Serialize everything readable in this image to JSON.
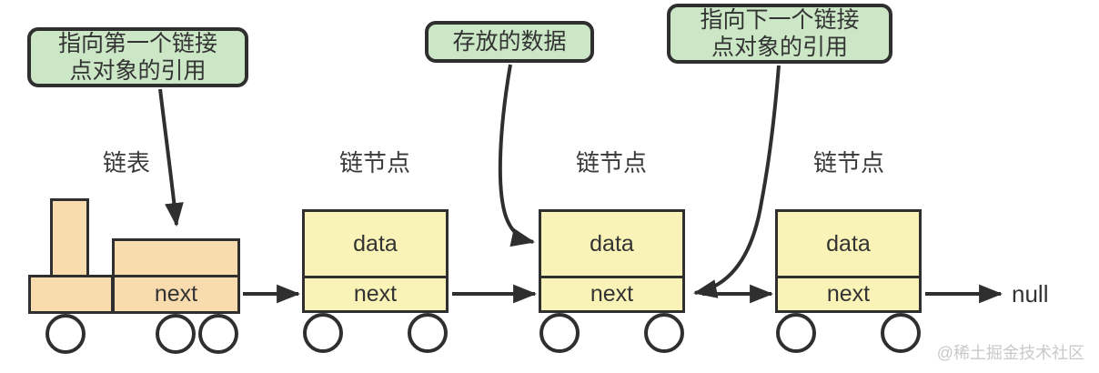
{
  "diagram": {
    "callouts": [
      {
        "id": "head-reference",
        "text": "指向第一个链接\n点对象的引用"
      },
      {
        "id": "stored-data",
        "text": "存放的数据"
      },
      {
        "id": "next-reference",
        "text": "指向下一个链接\n点对象的引用"
      }
    ],
    "section_labels": [
      {
        "id": "linked-list",
        "text": "链表"
      },
      {
        "id": "node-1",
        "text": "链节点"
      },
      {
        "id": "node-2",
        "text": "链节点"
      },
      {
        "id": "node-3",
        "text": "链节点"
      }
    ],
    "engine": {
      "next_label": "next"
    },
    "nodes": [
      {
        "data_label": "data",
        "next_label": "next"
      },
      {
        "data_label": "data",
        "next_label": "next"
      },
      {
        "data_label": "data",
        "next_label": "next"
      }
    ],
    "terminator": "null",
    "watermark": "@稀土掘金技术社区",
    "colors": {
      "callout_fill": "#cbe7c6",
      "engine_fill": "#f9dcae",
      "node_fill": "#faf3b8",
      "stroke": "#2f2f2f",
      "label_text": "#3a3a3a",
      "watermark_text": "#c9c9c9"
    }
  }
}
